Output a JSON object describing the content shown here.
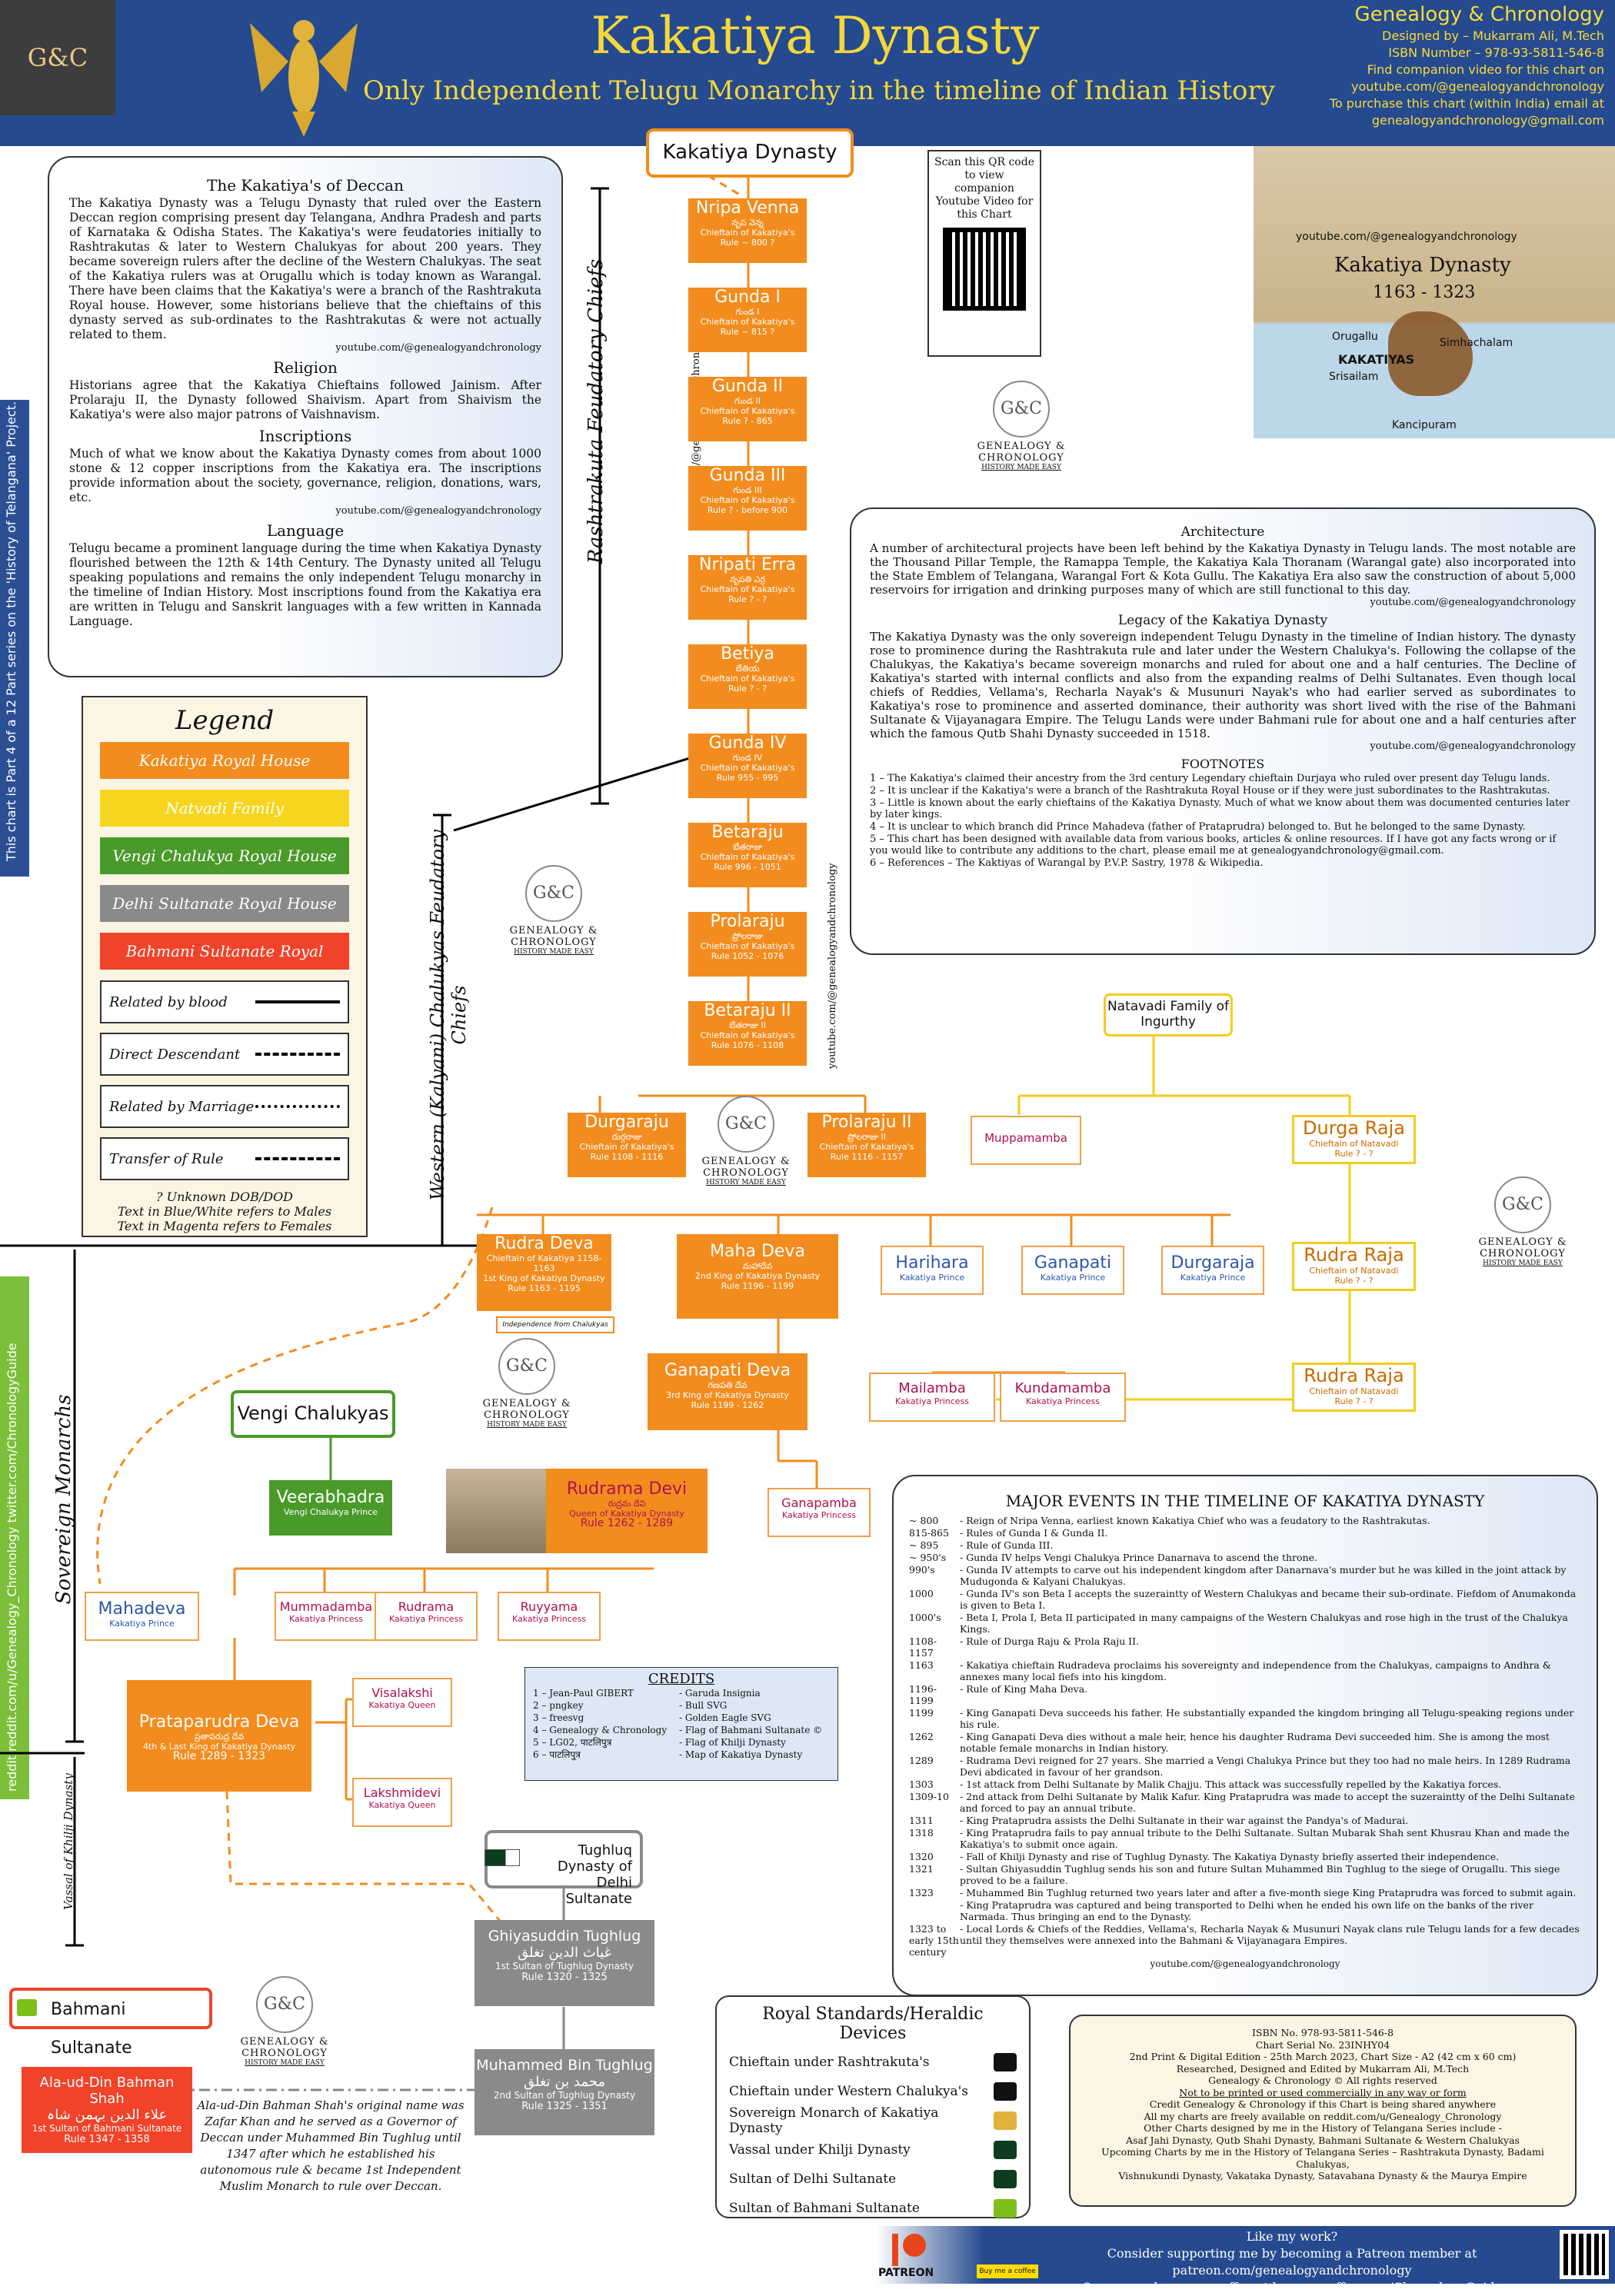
{
  "header": {
    "logo": "G&C",
    "title": "Kakatiya Dynasty",
    "subtitle": "Only Independent Telugu Monarchy in the timeline of Indian History",
    "brand": "Genealogy & Chronology",
    "designer": "Designed by – Mukarram Ali, M.Tech",
    "isbn": "ISBN Number – 978-93-5811-546-8",
    "video_line1": "Find companion video for this chart on",
    "video_line2": "youtube.com/@genealogyandchronology",
    "purchase_line": "To purchase this chart (within India) email at",
    "email": "genealogyandchronology@gmail.com"
  },
  "side": {
    "series_note": "This chart is Part 4 of a 12 Part series on the 'History of Telangana' Project.",
    "social": "reddit  reddit.com/u/Genealogy_Chronology   twitter.com/ChronologyGuide"
  },
  "intro": {
    "title": "The Kakatiya's of Deccan",
    "p1": "The Kakatiya Dynasty was a Telugu Dynasty that ruled over the Eastern Deccan region comprising present day Telangana, Andhra Pradesh and parts of Karnataka & Odisha States. The Kakatiya's were feudatories initially to Rashtrakutas & later to Western Chalukyas for about 200 years. They became sovereign rulers after the decline of the Western Chalukyas. The seat of the Kakatiya rulers was at Orugallu which is today known as Warangal. There have been claims that the Kakatiya's were a branch of the Rashtrakuta Royal house. However, some historians believe that the chieftains of this dynasty served as sub-ordinates to the Rashtrakutas & were not actually related to them.",
    "yt": "youtube.com/@genealogyandchronology",
    "religion_title": "Religion",
    "religion": "Historians agree that the Kakatiya Chieftains followed Jainism. After Prolaraju II, the Dynasty followed Shaivism. Apart from Shaivism the Kakatiya's were also major patrons of Vaishnavism.",
    "inscriptions_title": "Inscriptions",
    "inscriptions": "Much of what we know about the Kakatiya Dynasty comes from about 1000 stone & 12 copper inscriptions from the Kakatiya era. The inscriptions provide information about the society, governance, religion, donations, wars, etc.",
    "language_title": "Language",
    "language": "Telugu became a prominent language during the time when Kakatiya Dynasty flourished between the 12th & 14th Century. The Dynasty united all Telugu speaking populations and remains the only independent Telugu monarchy in the timeline of Indian History. Most inscriptions found from the Kakatiya era are written in Telugu and Sanskrit languages with a few written in Kannada Language."
  },
  "legend": {
    "title": "Legend",
    "houses": [
      {
        "label": "Kakatiya Royal House",
        "color": "#f28c1e"
      },
      {
        "label": "Natvadi Family",
        "color": "#f6d51f"
      },
      {
        "label": "Vengi Chalukya Royal House",
        "color": "#4a9a2a"
      },
      {
        "label": "Delhi Sultanate Royal House",
        "color": "#8a8a8a"
      },
      {
        "label": "Bahmani Sultanate Royal House",
        "color": "#f0432a"
      }
    ],
    "lines": [
      {
        "label": "Related by blood"
      },
      {
        "label": "Direct Descendant"
      },
      {
        "label": "Related by Marriage"
      },
      {
        "label": "Transfer of Rule"
      }
    ],
    "unknown": "?       Unknown DOB/DOD",
    "blue_note": "Text in Blue/White refers to Males",
    "magenta_note": "Text in Magenta refers to Females"
  },
  "vertical_labels": {
    "rashtrakuta": "Rashtrakuta Feudatory Chiefs",
    "chalukya": "Western (Kalyani) Chalukyas Feudatory Chiefs",
    "sovereign": "Sovereign Monarchs",
    "vassal": "Vassal of Khilji Dynasty",
    "yt_vertical": "youtube.com/@genealogyandchronology"
  },
  "tree": {
    "root": "Kakatiya Dynasty",
    "chain": [
      {
        "name": "Nripa Venna",
        "telugu": "నృప వెన్న",
        "role": "Chieftain of Kakatiya's",
        "rule": "Rule ~ 800 ?"
      },
      {
        "name": "Gunda I",
        "telugu": "గుండ I",
        "role": "Chieftain of Kakatiya's",
        "rule": "Rule ~ 815 ?"
      },
      {
        "name": "Gunda II",
        "telugu": "గుండ II",
        "role": "Chieftain of Kakatiya's",
        "rule": "Rule ? - 865"
      },
      {
        "name": "Gunda III",
        "telugu": "గుండ III",
        "role": "Chieftain of Kakatiya's",
        "rule": "Rule ? - before 900"
      },
      {
        "name": "Nripati Erra",
        "telugu": "నృపతి ఎర్ర",
        "role": "Chieftain of Kakatiya's",
        "rule": "Rule ? - ?"
      },
      {
        "name": "Betiya",
        "telugu": "బేతియ",
        "role": "Chieftain of Kakatiya's",
        "rule": "Rule ? - ?"
      },
      {
        "name": "Gunda IV",
        "telugu": "గుండ IV",
        "role": "Chieftain of Kakatiya's",
        "rule": "Rule 955 - 995"
      },
      {
        "name": "Betaraju",
        "telugu": "బేతరాజు",
        "role": "Chieftain of Kakatiya's",
        "rule": "Rule 996 - 1051"
      },
      {
        "name": "Prolaraju",
        "telugu": "ప్రోలరాజు",
        "role": "Chieftain of Kakatiya's",
        "rule": "Rule 1052 - 1076"
      },
      {
        "name": "Betaraju II",
        "telugu": "బేతరాజు II",
        "role": "Chieftain of Kakatiya's",
        "rule": "Rule 1076 - 1108"
      }
    ],
    "durgaraju": {
      "name": "Durgaraju",
      "telugu": "దుర్గరాజు",
      "role": "Chieftain of Kakatiya's",
      "rule": "Rule 1108 - 1116"
    },
    "prolaraju2": {
      "name": "Prolaraju II",
      "telugu": "ప్రోలరాజు II",
      "role": "Chieftain of Kakatiya's",
      "rule": "Rule 1116 - 1157"
    },
    "rudra_deva": {
      "name": "Rudra Deva",
      "role": "Chieftain of Kakatiya 1158-1163",
      "king": "1st King of Kakatiya Dynasty",
      "rule": "Rule 1163 - 1195",
      "tag": "Independence from Chalukyas"
    },
    "maha_deva": {
      "name": "Maha Deva",
      "telugu": "మహాదేవ",
      "king": "2nd King of Kakatiya Dynasty",
      "rule": "Rule 1196 - 1199"
    },
    "princes": [
      {
        "name": "Harihara",
        "role": "Kakatiya Prince"
      },
      {
        "name": "Ganapati",
        "role": "Kakatiya Prince"
      },
      {
        "name": "Durgaraja",
        "role": "Kakatiya Prince"
      }
    ],
    "ganapati_deva": {
      "name": "Ganapati Deva",
      "telugu": "గణపతి దేవ",
      "king": "3rd King of Kakatiya Dynasty",
      "rule": "Rule 1199 - 1262"
    },
    "mailamba": {
      "name": "Mailamba",
      "role": "Kakatiya Princess"
    },
    "kundamamba": {
      "name": "Kundamamba",
      "role": "Kakatiya Princess"
    },
    "muppamamba": {
      "name": "Muppamamba"
    },
    "ganapamba": {
      "name": "Ganapamba",
      "role": "Kakatiya Princess"
    },
    "rudrama_devi": {
      "name": "Rudrama Devi",
      "telugu": "రుద్రమ దేవి",
      "king": "Queen of Kakatiya Dynasty",
      "rule": "Rule 1262 - 1289"
    },
    "daughters": [
      {
        "name": "Mummadamba",
        "role": "Kakatiya Princess"
      },
      {
        "name": "Rudrama",
        "role": "Kakatiya Princess"
      },
      {
        "name": "Ruyyama",
        "role": "Kakatiya Princess"
      }
    ],
    "mahadeva": {
      "name": "Mahadeva",
      "role": "Kakatiya Prince"
    },
    "prataparudra": {
      "name": "Prataparudra Deva",
      "telugu": "ప్రతాపరుద్ర దేవ",
      "king": "4th & Last King of Kakatiya Dynasty",
      "rule": "Rule 1289 - 1323"
    },
    "queens": [
      {
        "name": "Visalakshi",
        "role": "Kakatiya Queen"
      },
      {
        "name": "Lakshmidevi",
        "role": "Kakatiya Queen"
      }
    ]
  },
  "natavadi": {
    "title": "Natavadi Family of Ingurthy",
    "durga": {
      "name": "Durga Raja",
      "role": "Chieftain of Natavadi",
      "rule": "Rule ? - ?"
    },
    "rudra1": {
      "name": "Rudra Raja",
      "role": "Chieftain of Natavadi",
      "rule": "Rule ? - ?"
    },
    "rudra2": {
      "name": "Rudra Raja",
      "role": "Chieftain of Natavadi",
      "rule": "Rule ? - ?"
    }
  },
  "vengi": {
    "title": "Vengi Chalukyas",
    "name": "Veerabhadra",
    "role": "Vengi Chalukya Prince"
  },
  "tughluq": {
    "title": "Tughluq Dynasty of Delhi Sultanate",
    "ghiyas": {
      "name": "Ghiyasuddin Tughlug",
      "urdu": "غیاث الدین تغلق",
      "role": "1st Sultan of Tughlug Dynasty",
      "rule": "Rule 1320 - 1325"
    },
    "muhammed": {
      "name": "Muhammed Bin Tughlug",
      "urdu": "محمد بن تغلق",
      "role": "2nd Sultan of Tughlug Dynasty",
      "rule": "Rule 1325 - 1351"
    }
  },
  "bahmani": {
    "title": "Bahmani Sultanate",
    "name": "Ala-ud-Din Bahman Shah",
    "urdu": "علاء الدین بہمن شاہ",
    "role": "1st Sultan of Bahmani Sultanate",
    "rule": "Rule 1347 - 1358",
    "note": "Ala-ud-Din Bahman Shah's original name was Zafar Khan and he served as a Governor of Deccan under Muhammed Bin Tughlug until 1347 after which he established his autonomous rule & became 1st Independent Muslim Monarch to rule over Deccan."
  },
  "qr_note": "Scan this QR code to view companion Youtube Video for this Chart",
  "gc_logo": {
    "mono": "G&C",
    "name": "GENEALOGY & CHRONOLOGY",
    "tag": "HISTORY MADE EASY"
  },
  "map": {
    "yt": "youtube.com/@genealogyandchronology",
    "title": "Kakatiya Dynasty",
    "years": "1163 - 1323",
    "labels": [
      "Orugallu",
      "KAKATIYAS",
      "Srisailam",
      "Simhachalam",
      "Kancipuram"
    ]
  },
  "architecture": {
    "title": "Architecture",
    "text": "A number of architectural projects have been left behind by the Kakatiya Dynasty in Telugu lands. The most notable are the Thousand Pillar Temple, the Ramappa Temple, the Kakatiya Kala Thoranam (Warangal gate) also incorporated into the State Emblem of Telangana, Warangal Fort & Kota Gullu. The Kakatiya Era also saw the construction of about 5,000 reservoirs for irrigation and drinking purposes many of which are still functional to this day.",
    "yt": "youtube.com/@genealogyandchronology",
    "legacy_title": "Legacy of the Kakatiya Dynasty",
    "legacy": "The Kakatiya Dynasty was the only sovereign independent Telugu Dynasty in the timeline of Indian history. The dynasty rose to prominence during the Rashtrakuta rule and later under the Western Chalukya's. Following the collapse of the Chalukyas, the Kakatiya's became sovereign monarchs and ruled for about one and a half centuries. The Decline of Kakatiya's started with internal conflicts and also from the expanding realms of Delhi Sultanates. Even though local chiefs of Reddies, Vellama's, Recharla Nayak's & Musunuri Nayak's who had earlier served as subordinates to Kakatiya's rose to prominence and asserted dominance, their authority was short lived with the rise of the Bahmani Sultanate & Vijayanagara Empire. The Telugu Lands were under Bahmani rule for about one and a half centuries after which the famous Qutb Shahi Dynasty succeeded in 1518.",
    "yt2": "youtube.com/@genealogyandchronology",
    "footnotes_title": "FOOTNOTES",
    "footnotes": [
      "1 – The Kakatiya's claimed their ancestry from the 3rd century Legendary chieftain Durjaya who ruled over present day Telugu lands.",
      "2 – It is unclear if the Kakatiya's were a branch of the Rashtrakuta Royal House or if they were just subordinates to the Rashtrakutas.",
      "3 – Little is known about the early chieftains of the Kakatiya Dynasty. Much of what we know about them was documented centuries later by later kings.",
      "4 – It is unclear to which branch did Prince Mahadeva (father of Prataprudra) belonged to. But he belonged to the same Dynasty.",
      "5 – This chart has been designed with available data from various books, articles & online resources. If I have got any facts wrong or if you would like to contribute any additions to the chart, please email me at genealogyandchronology@gmail.com.",
      "6 – References – The Kaktiyas of Warangal by P.V.P. Sastry, 1978 & Wikipedia."
    ]
  },
  "events": {
    "title": "MAJOR EVENTS IN THE TIMELINE OF KAKATIYA DYNASTY",
    "items": [
      [
        "~ 800",
        "- Reign of Nripa Venna, earliest known Kakatiya Chief who was a feudatory to the Rashtrakutas."
      ],
      [
        "815-865",
        "- Rules of Gunda I & Gunda II."
      ],
      [
        "~ 895",
        "- Rule of Gunda III."
      ],
      [
        "~ 950's",
        "- Gunda IV helps Vengi Chalukya Prince Danarnava to ascend the throne."
      ],
      [
        "990's",
        "- Gunda IV attempts to carve out his independent kingdom after Danarnava's murder but he was killed in the joint attack by Mudugonda & Kalyani Chalukyas."
      ],
      [
        "1000",
        "- Gunda IV's son Beta I accepts the suzeraintty of Western Chalukyas and became their sub-ordinate. Fiefdom of Anumakonda is given to Beta I."
      ],
      [
        "1000's",
        "- Beta I, Prola I, Beta II participated in many campaigns of the Western Chalukyas and rose high in the trust of the Chalukya Kings."
      ],
      [
        "1108-1157",
        "- Rule of Durga Raju & Prola Raju II."
      ],
      [
        "1163",
        "- Kakatiya chieftain Rudradeva proclaims his sovereignty and independence from the Chalukyas, campaigns to Andhra & annexes many local fiefs into his kingdom."
      ],
      [
        "1196-1199",
        "- Rule of King Maha Deva."
      ],
      [
        "1199",
        "- King Ganapati Deva succeeds his father. He substantially expanded the kingdom bringing all Telugu-speaking regions under his rule."
      ],
      [
        "1262",
        "- King Ganapati Deva dies without a male heir, hence his daughter Rudrama Devi succeeded him. She is among the most notable female monarchs in Indian history."
      ],
      [
        "1289",
        "- Rudrama Devi reigned for 27 years. She married a Vengi Chalukya Prince but they too had no male heirs. In 1289 Rudrama Devi abdicated in favour of her grandson."
      ],
      [
        "1303",
        "- 1st attack from Delhi Sultanate by Malik Chajju. This attack was successfully repelled by the Kakatiya forces."
      ],
      [
        "1309-10",
        "- 2nd attack from Delhi Sultanate by Malik Kafur. King Prataprudra was made to accept the suzeraintty of the Delhi Sultanate and forced to pay an annual tribute."
      ],
      [
        "1311",
        "- King Prataprudra assists the Delhi Sultanate in their war against the Pandya's of Madurai."
      ],
      [
        "1318",
        "- King Prataprudra fails to pay annual tribute to the Delhi Sultanate. Sultan Mubarak Shah sent Khusrau Khan and made the Kakatiya's to submit once again."
      ],
      [
        "1320",
        "- Fall of Khilji Dynasty and rise of Tughlug Dynasty. The Kakatiya Dynasty briefly asserted their independence."
      ],
      [
        "1321",
        "- Sultan Ghiyasuddin Tughlug sends his son and future Sultan Muhammed Bin Tughlug to the siege of Orugallu. This siege proved to be a failure."
      ],
      [
        "1323",
        "- Muhammed Bin Tughlug returned two years later and after a five-month siege King Prataprudra was forced to submit again."
      ],
      [
        "",
        "- King Prataprudra was captured and being transported to Delhi when he ended his own life on the banks of the river Narmada. Thus bringing an end to the Dynasty."
      ],
      [
        "1323 to early 15th century",
        "- Local Lords & Chiefs of the Reddies, Vellama's, Recharla Nayak & Musunuri Nayak clans rule Telugu lands for a few decades until they themselves were annexed into the Bahmani & Vijayanagara Empires."
      ]
    ],
    "yt": "youtube.com/@genealogyandchronology"
  },
  "credits": {
    "title": "CREDITS",
    "items": [
      [
        "1 – Jean-Paul GIBERT",
        "- Garuda Insignia"
      ],
      [
        "2 – pngkey",
        "- Bull SVG"
      ],
      [
        "3 – freesvg",
        "- Golden Eagle SVG"
      ],
      [
        "4 – Genealogy & Chronology",
        "- Flag of Bahmani Sultanate ©"
      ],
      [
        "5 – LG02, पाटलिपुत्र",
        "- Flag of Khilji Dynasty"
      ],
      [
        "6 – पाटलिपुत्र",
        "- Map of Kakatiya Dynasty"
      ]
    ]
  },
  "standards": {
    "title": "Royal Standards/Heraldic Devices",
    "items": [
      "Chieftain under Rashtrakuta's",
      "Chieftain under Western Chalukya's",
      "Sovereign Monarch of Kakatiya Dynasty",
      "Vassal under Khilji Dynasty",
      "Sultan of Delhi Sultanate",
      "Sultan of Bahmani Sultanate"
    ]
  },
  "info": {
    "lines": [
      "ISBN No. 978-93-5811-546-8",
      "Chart Serial No. 23INHY04",
      "2nd Print & Digital Edition - 25th March 2023, Chart Size - A2 (42 cm x 60 cm)",
      "Researched, Designed and Edited by Mukarram Ali, M.Tech",
      "Genealogy & Chronology © All rights reserved",
      "Not to be printed or used commercially in any way or form",
      "Credit Genealogy & Chronology if this Chart is being shared anywhere",
      "All my charts are freely available on reddit.com/u/Genealogy_Chronology",
      "Other Charts designed by me in the History of Telangana Series include -",
      "Asaf Jahi Dynasty, Qutb Shahi Dynasty, Bahmani Sultanate & Western Chalukyas",
      "Upcoming Charts by me in the History of Telangana Series – Rashtrakuta Dynasty, Badami Chalukyas,",
      "Vishnukundi Dynasty, Vakataka Dynasty, Satavahana Dynasty & the Maurya Empire"
    ]
  },
  "footer": {
    "l1": "Like my work?",
    "l2": "Consider supporting me by becoming a Patreon member at patreon.com/genealogyandchronology",
    "l3": "Or you can buy me a coffee at buymeacoffee.com/ChronologyGuide",
    "patreon": "PATREON",
    "coffee": "Buy me a coffee"
  }
}
